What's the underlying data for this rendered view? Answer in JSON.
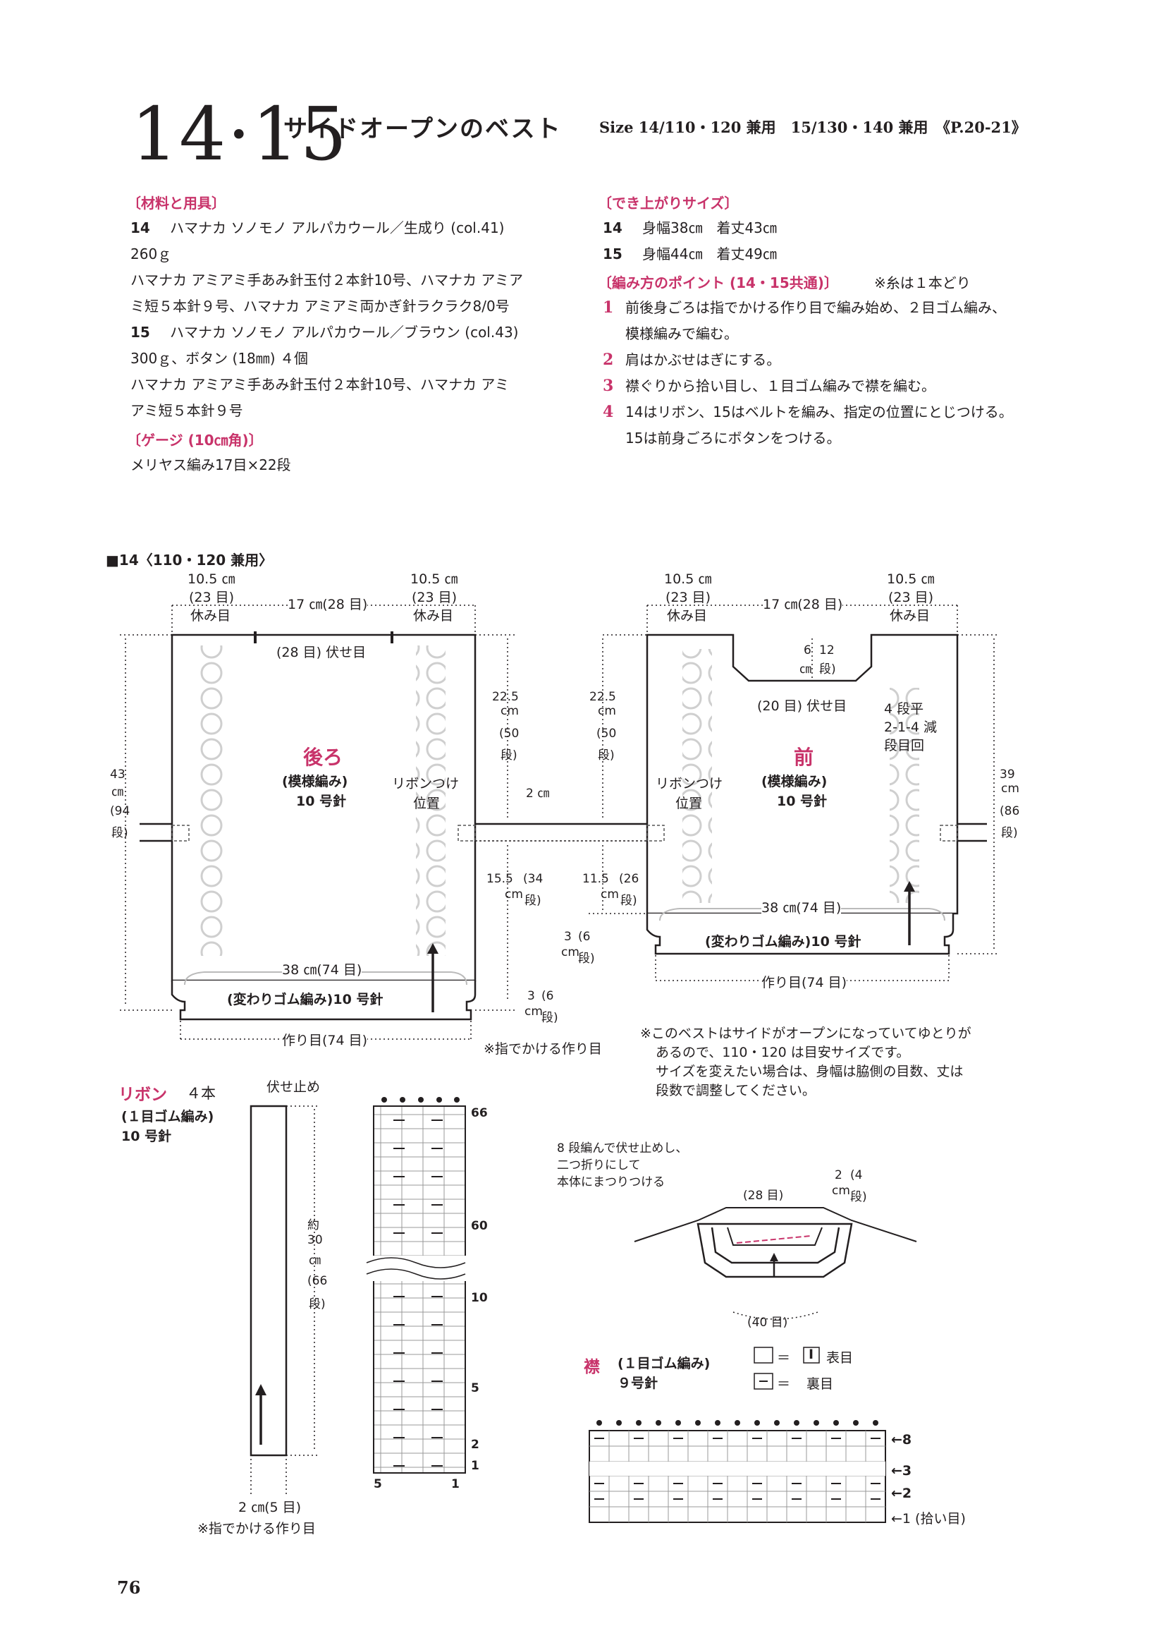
{
  "header": {
    "number": "14·15",
    "title": "サイドオープンのベスト",
    "size_info": "Size 14/110・120 兼用　15/130・140 兼用　《P.20-21》"
  },
  "materials": {
    "heading": "〔材料と用具〕",
    "lines": [
      {
        "n": "14",
        "t": "ハマナカ ソノモノ アルパカウール／生成り (col.41)"
      },
      {
        "n": "",
        "t": "260ｇ"
      },
      {
        "n": "",
        "t": "ハマナカ アミアミ手あみ針玉付２本針10号、ハマナカ アミア"
      },
      {
        "n": "",
        "t": "ミ短５本針９号、ハマナカ アミアミ両かぎ針ラクラク8/0号"
      },
      {
        "n": "15",
        "t": "ハマナカ ソノモノ アルパカウール／ブラウン (col.43)"
      },
      {
        "n": "",
        "t": "300ｇ、ボタン (18㎜) ４個"
      },
      {
        "n": "",
        "t": "ハマナカ アミアミ手あみ針玉付２本針10号、ハマナカ アミ"
      },
      {
        "n": "",
        "t": "アミ短５本針９号"
      }
    ],
    "gauge_heading": "〔ゲージ (10㎝角)〕",
    "gauge": "メリヤス編み17目×22段"
  },
  "finished": {
    "heading": "〔でき上がりサイズ〕",
    "lines": [
      {
        "n": "14",
        "t": "身幅38㎝　着丈43㎝"
      },
      {
        "n": "15",
        "t": "身幅44㎝　着丈49㎝"
      }
    ],
    "points_heading": "〔編み方のポイント (14・15共通)〕",
    "points_note": "※糸は１本どり",
    "steps": [
      {
        "n": "1",
        "t": "前後身ごろは指でかける作り目で編み始め、２目ゴム編み、"
      },
      {
        "n": "",
        "t": "模様編みで編む。"
      },
      {
        "n": "2",
        "t": "肩はかぶせはぎにする。"
      },
      {
        "n": "3",
        "t": "襟ぐりから拾い目し、１目ゴム編みで襟を編む。"
      },
      {
        "n": "4",
        "t": "14はリボン、15はベルトを編み、指定の位置にとじつける。"
      },
      {
        "n": "",
        "t": "15は前身ごろにボタンをつける。"
      }
    ]
  },
  "diagram": {
    "caption": "■14〈110・120 兼用〉",
    "shoulder_w": "10.5 ㎝",
    "shoulder_st": "(23 目)",
    "rest": "休み目",
    "neck_w": "17 ㎝(28 目)",
    "back_bindoff": "(28 目) 伏せ目",
    "back_name": "後ろ",
    "pattern": "(模様編み)",
    "needle10": "10 号針",
    "ribbon_pos_1": "リボンつけ",
    "ribbon_pos_2": "位置",
    "total_h_1": "43",
    "total_h_2": "㎝",
    "total_h_3": "(94",
    "total_h_4": "段)",
    "upper_h": "22.5",
    "cm": "cm",
    "upper_rows_1": "(50",
    "upper_rows_2": "段)",
    "gap": "2 ㎝",
    "back_lower_1": "15.5",
    "back_lower_2": "(34",
    "rows_close": "段)",
    "front_lower_1": "11.5",
    "front_lower_2": "(26",
    "width38": "38 ㎝(74 目)",
    "rib_label": "(変わりゴム編み)10 号針",
    "cast_on": "作り目(74 目)",
    "rib_h_1": "3",
    "rib_h_2": "(6",
    "finger_note": "※指でかける作り目",
    "front_name": "前",
    "neck_depth_1": "6",
    "neck_depth_2": "12",
    "neck_depth_3": "㎝",
    "neck_depth_4": "段)",
    "front_bindoff": "(20 目) 伏せ目",
    "dec_1": "4 段平",
    "dec_2": "2-1-4 減",
    "dec_3": "段目回",
    "front_h_1": "39",
    "front_h_2": "(86",
    "vest_note_1": "※このベストはサイドがオープンになっていてゆとりが",
    "vest_note_2": "あるので、110・120 は目安サイズです。",
    "vest_note_3": "サイズを変えたい場合は、身幅は脇側の目数、丈は",
    "vest_note_4": "段数で調整してください。"
  },
  "ribbon": {
    "name": "リボン",
    "count": "４本",
    "pattern": "(１目ゴム編み)",
    "needle": "10 号針",
    "bind_off": "伏せ止め",
    "len_1": "約",
    "len_2": "30",
    "len_3": "㎝",
    "len_4": "(66",
    "len_5": "段)",
    "width": "2 ㎝(5 目)",
    "note": "※指でかける作り目",
    "chart_rows": [
      "66",
      "60",
      "10",
      "5",
      "2",
      "1"
    ],
    "chart_cols": [
      "5",
      "1"
    ]
  },
  "collar_detail": {
    "l1": "8 段編んで伏せ止めし、",
    "l2": "二つ折りにして",
    "l3": "本体にまつりつける",
    "st28": "(28 目)",
    "st40": "(40 目)",
    "h_1": "2",
    "h_2": "cm",
    "h_3": "(4",
    "h_4": "段)"
  },
  "collar": {
    "name": "襟",
    "pattern": "(１目ゴム編み)",
    "needle": "９号針",
    "legend_knit_sym": "I",
    "legend_knit": "表目",
    "legend_purl_sym": "－",
    "legend_purl": "裏目",
    "eq": "＝",
    "row8": "←8",
    "row3": "←3",
    "row2": "←2",
    "row1": "←1 (拾い目)"
  },
  "page": "76"
}
